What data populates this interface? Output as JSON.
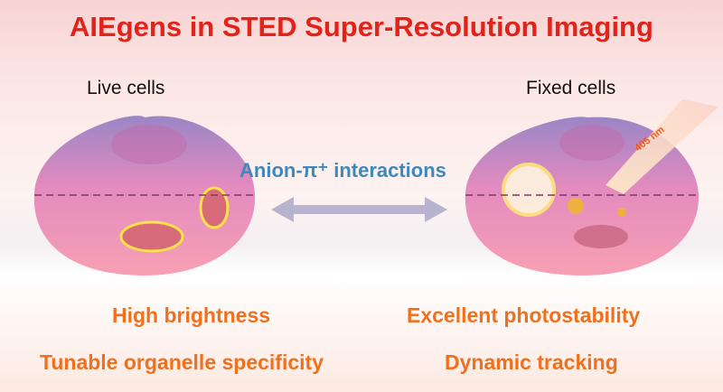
{
  "title": "AIEgens in STED Super-Resolution Imaging",
  "left": {
    "label": "Live cells",
    "features": [
      "High brightness",
      "Tunable organelle specificity"
    ]
  },
  "right": {
    "label": "Fixed cells",
    "laser": "405 nm",
    "features": [
      "Excellent photostability",
      "Dynamic tracking"
    ]
  },
  "center": {
    "label": "Anion-π⁺ interactions"
  }
}
